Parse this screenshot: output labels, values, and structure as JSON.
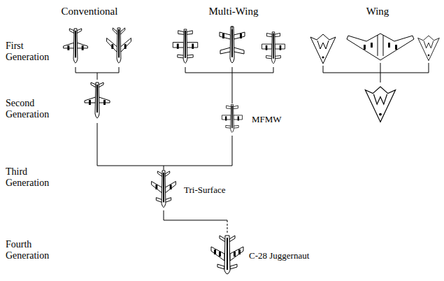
{
  "diagram": {
    "nodes": [
      {
        "text": [
          "MFMW"
        ]
      },
      {
        "text": [
          "Tri-Surface"
        ]
      },
      {
        "text": [
          "C-28 Juggernaut"
        ]
      }
    ],
    "edges": [
      {
        "from": 0,
        "to": 1,
        "arrow": "none"
      },
      {
        "from": 1,
        "to": 2,
        "arrow": "none"
      }
    ],
    "labels": [
      "Conventional",
      "Multi-Wing",
      "Wing",
      "First Generation",
      "Second Generation",
      "Third Generation",
      "Fourth Generation"
    ]
  }
}
